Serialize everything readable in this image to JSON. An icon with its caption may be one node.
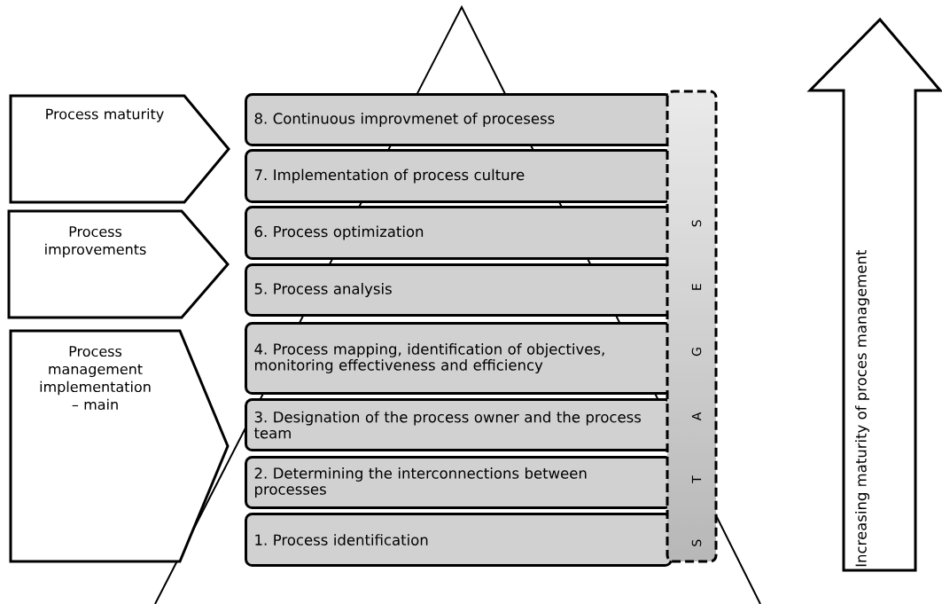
{
  "diagram": {
    "nodes": [
      {
        "text": [
          "Process maturity"
        ]
      },
      {
        "text": [
          "Process improvements"
        ]
      },
      {
        "text": [
          "Process management implementation – main"
        ]
      },
      {
        "text": [
          "8. Continuous improvmenet of procesess"
        ]
      },
      {
        "text": [
          "7. Implementation of process culture"
        ]
      },
      {
        "text": [
          "6. Process optimization"
        ]
      },
      {
        "text": [
          "5. Process analysis"
        ]
      },
      {
        "text": [
          "4. Process mapping, identification of objectives, monitoring effectiveness and efficiency"
        ]
      },
      {
        "text": [
          "3. Designation of the process owner and the process team"
        ]
      },
      {
        "text": [
          "2. Determining the interconnections between processes"
        ]
      },
      {
        "text": [
          "1. Process identification"
        ]
      },
      {
        "text": [
          "STAGES"
        ]
      },
      {
        "text": [
          "Increasing maturity of proces management"
        ]
      }
    ]
  }
}
